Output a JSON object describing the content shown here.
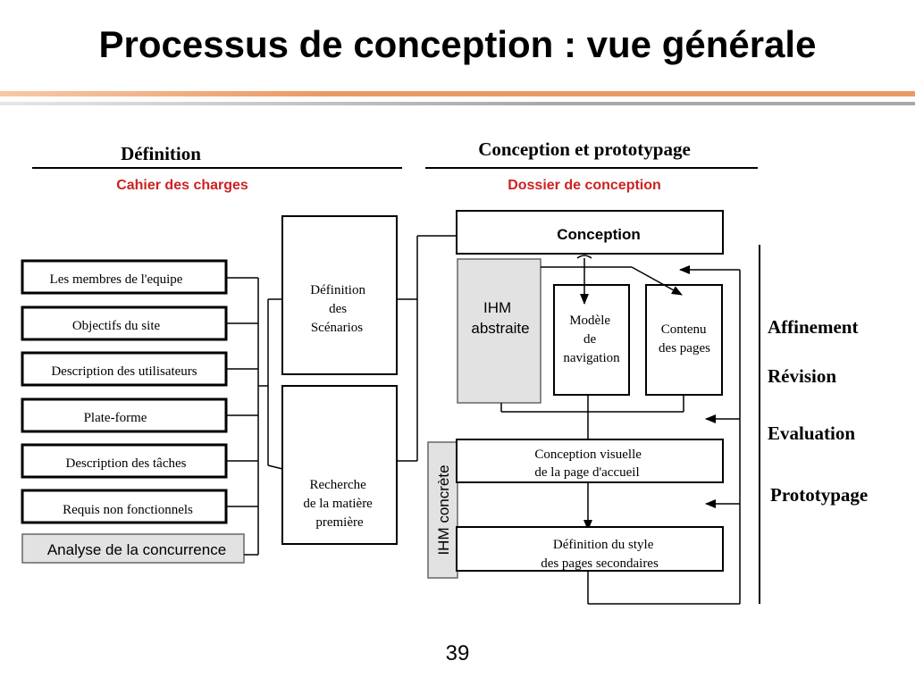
{
  "slide": {
    "title": "Processus de conception : vue générale",
    "page_number": "39"
  },
  "phases": {
    "definition": {
      "heading": "Définition",
      "deliverable": "Cahier des charges"
    },
    "conception": {
      "heading": "Conception et prototypage",
      "deliverable": "Dossier de conception"
    }
  },
  "inputs": [
    "Les membres de l'equipe",
    "Objectifs du site",
    "Description des utilisateurs",
    "Plate-forme",
    "Description des tâches",
    "Requis non fonctionnels",
    "Analyse de la concurrence"
  ],
  "process": {
    "scenarios": [
      "Définition",
      "des",
      "Scénarios"
    ],
    "recherche": [
      "Recherche",
      "de la matière",
      "première"
    ]
  },
  "conception": {
    "header": "Conception",
    "ihm_abstraite": [
      "IHM",
      "abstraite"
    ],
    "modele": [
      "Modèle",
      "de",
      "navigation"
    ],
    "contenu": [
      "Contenu",
      "des pages"
    ],
    "ihm_concrete": "IHM concrète",
    "visuelle": [
      "Conception visuelle",
      "de la page d'accueil"
    ],
    "style": [
      "Définition du style",
      "des pages secondaires"
    ]
  },
  "iteration": [
    "Affinement",
    "Révision",
    "Evaluation",
    "Prototypage"
  ],
  "colors": {
    "accent_red": "#cc2222",
    "rule_orange": "#ec9a63",
    "rule_gray": "#a8a8a8",
    "box_gray": "#e2e2e2"
  }
}
